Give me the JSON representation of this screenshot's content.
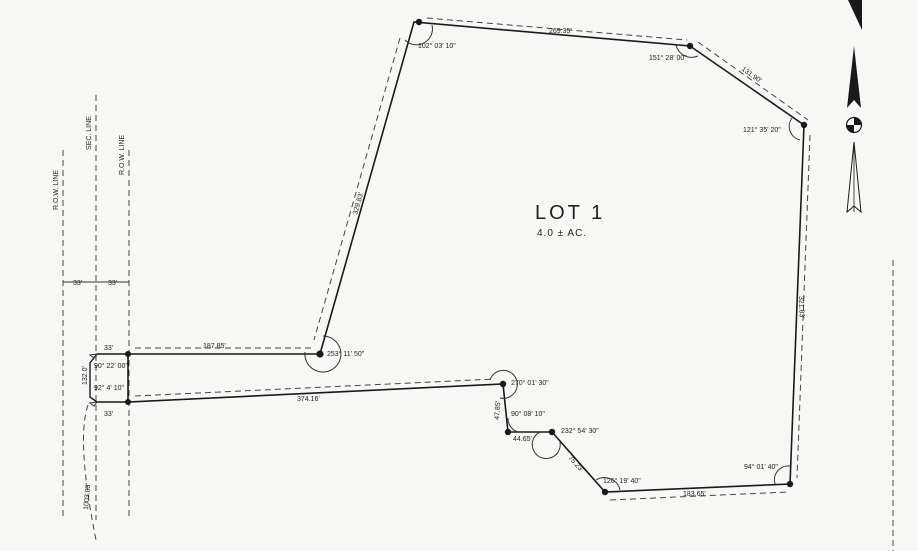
{
  "lot": {
    "title": "LOT 1",
    "area": "4.0 ± AC."
  },
  "row_lines": {
    "left_label": "R.O.W. LINE",
    "sec_label": "SEC. LINE",
    "right_label": "R.O.W. LINE"
  },
  "widths": {
    "left": "33'",
    "right": "33'"
  },
  "distances": {
    "top": "269.35'",
    "upper_right_diag": "131.90'",
    "right_side": "321.83'",
    "bottom": "183.65'",
    "lower_diag": "75.23'",
    "step_horizontal": "44.65'",
    "step_vertical": "47.85'",
    "long_bottom": "374.16'",
    "upper_stem": "187.85'",
    "long_diag": "329.83'",
    "left_side": "132.0'",
    "ew_a": "33'",
    "ew_b": "33'",
    "south": "1003.03'"
  },
  "angles": {
    "a_top_left": "102° 03' 10\"",
    "a_top_right": "151° 28' 00\"",
    "a_right_top": "121° 35' 20\"",
    "a_right_bottom": "94° 01' 40\"",
    "a_bottom_left": "126° 19' 40\"",
    "a_step": "232° 54' 30\"",
    "a_step2": "90° 08' 10\"",
    "a_notch": "270° 01' 30\"",
    "a_stem": "253° 11' 50\"",
    "a_left_top": "90° 22' 00\"",
    "a_left_bottom": "92° 4' 10\""
  },
  "north_arrow": {
    "symbol": "N"
  }
}
